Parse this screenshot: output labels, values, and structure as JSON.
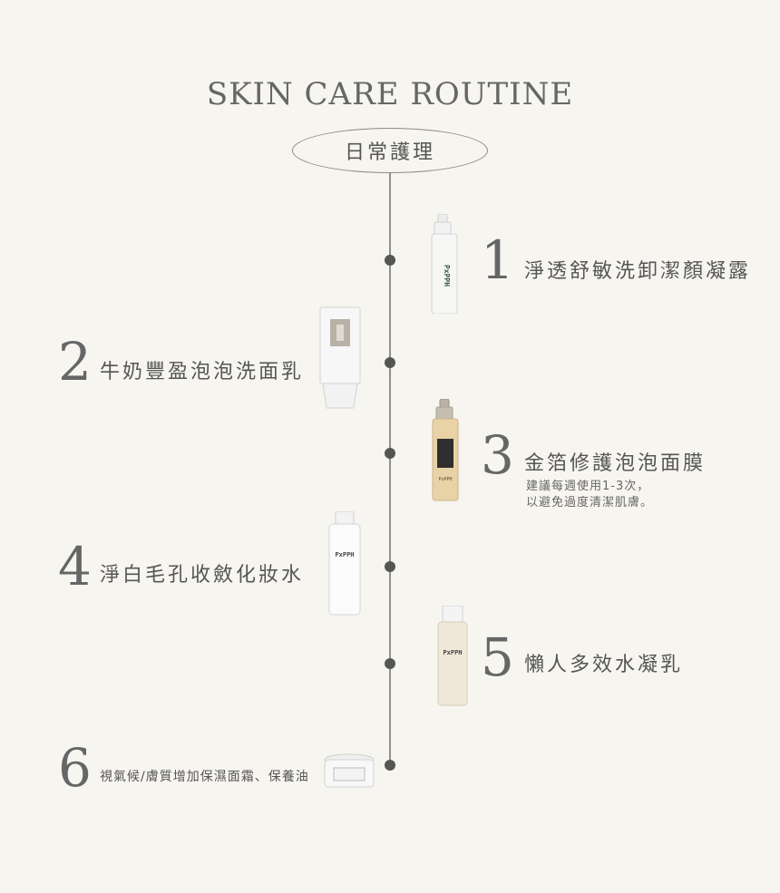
{
  "page": {
    "title": "SKIN CARE ROUTINE",
    "subtitle": "日常護理"
  },
  "steps": [
    {
      "number": "1",
      "label": "淨透舒敏洗卸潔顏凝露",
      "side": "right"
    },
    {
      "number": "2",
      "label": "牛奶豐盈泡泡洗面乳",
      "side": "left"
    },
    {
      "number": "3",
      "label": "金箔修護泡泡面膜",
      "side": "right",
      "note_line1": "建議每週使用1-3次，",
      "note_line2": "以避免過度清潔肌膚。"
    },
    {
      "number": "4",
      "label": "淨白毛孔收斂化妝水",
      "side": "left"
    },
    {
      "number": "5",
      "label": "懶人多效水凝乳",
      "side": "right"
    },
    {
      "number": "6",
      "label": "視氣候/膚質增加保濕面霜、保養油",
      "side": "left"
    }
  ],
  "products": {
    "brand_mark": "PxPPH"
  },
  "colors": {
    "background": "#f7f5ef",
    "text": "#555555",
    "line": "#8f8f8f",
    "dot": "#555555"
  }
}
